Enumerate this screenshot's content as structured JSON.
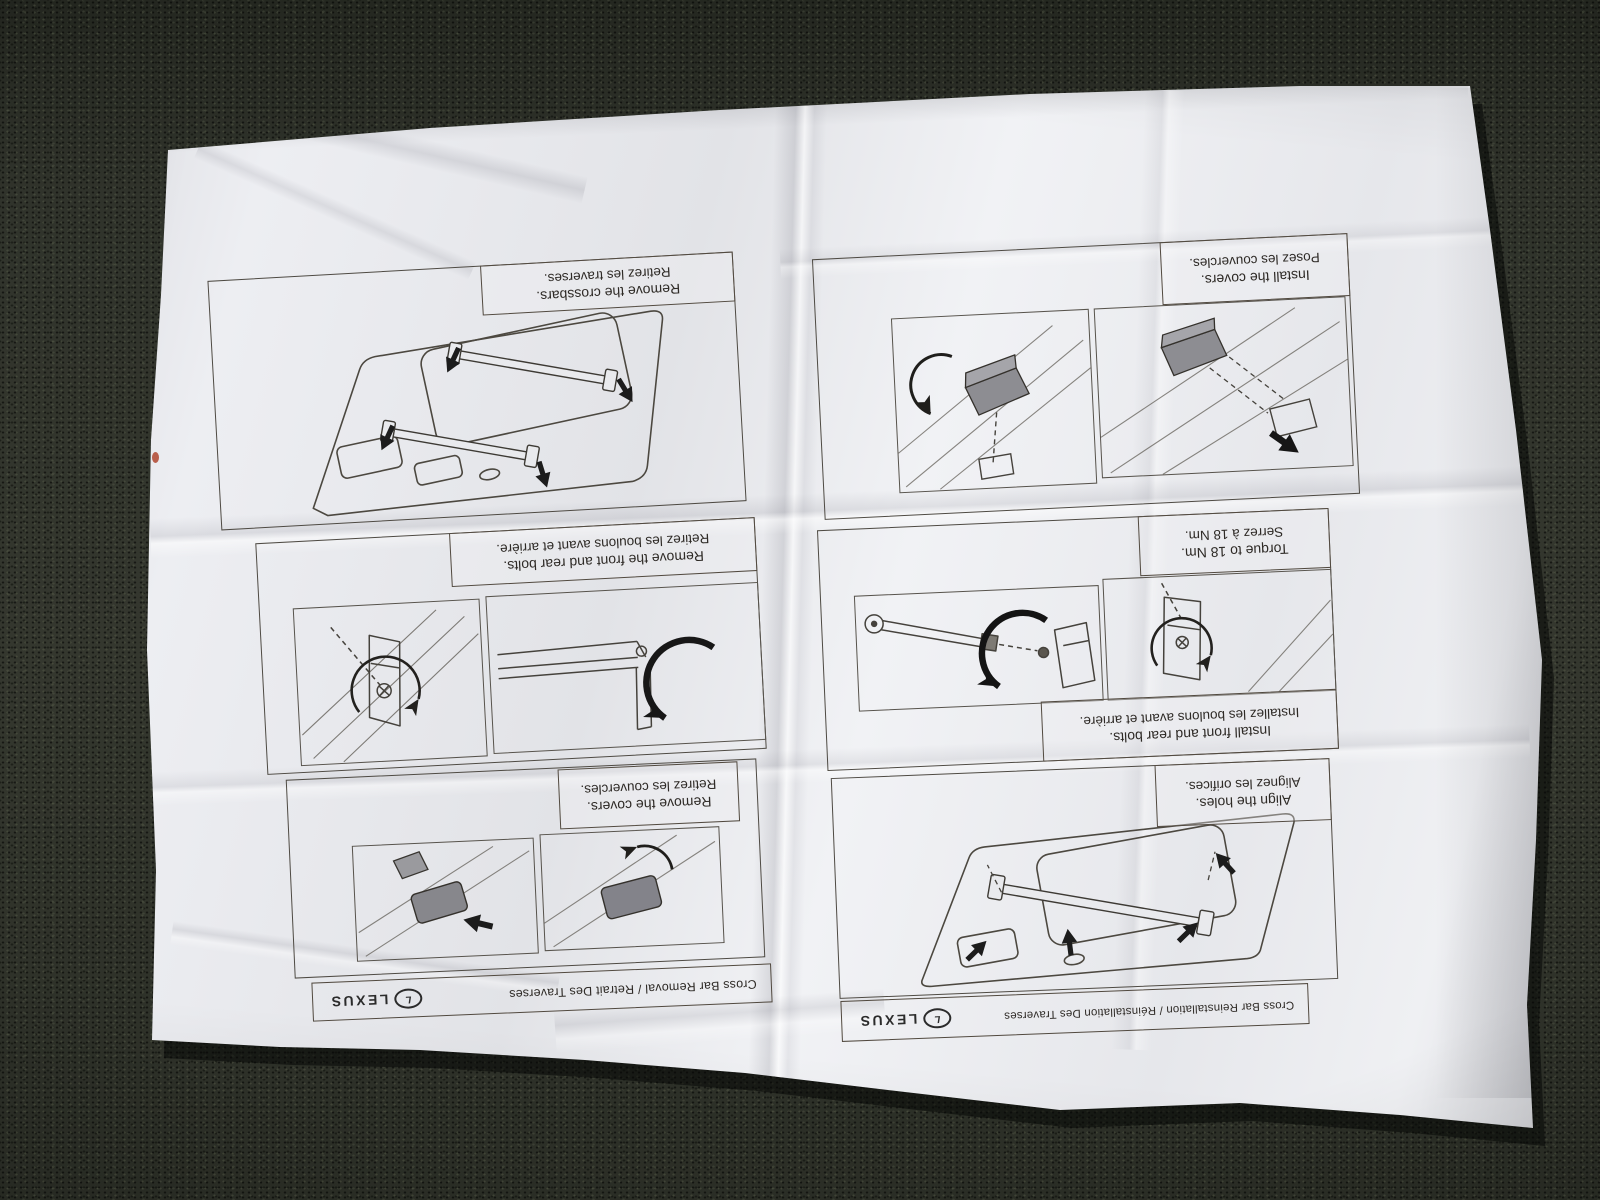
{
  "colors": {
    "paper": "#e8e9ec",
    "carpet": "#30332b",
    "ink": "#2e2a26"
  },
  "paper": {
    "brand": "LEXUS",
    "brand_initial": "L",
    "removal_page": {
      "footer_title": "Cross Bar Removal / Retrait Des Traverses",
      "panels": {
        "crossbars": {
          "en": "Remove the crossbars.",
          "fr": "Retirez les traverses."
        },
        "bolts": {
          "en": "Remove the front and rear bolts.",
          "fr": "Retirez les boulons avant et arrière."
        },
        "covers": {
          "en": "Remove the covers.",
          "fr": "Retirez les couvercles."
        }
      }
    },
    "reinstall_page": {
      "footer_title": "Cross Bar Reinstallation / Réinstallation Des Traverses",
      "panels": {
        "covers": {
          "en": "Install the covers.",
          "fr": "Posez les couvercles."
        },
        "install_bolts": {
          "en": "Install front and rear bolts.",
          "fr": "Installez les boulons avant et arrière."
        },
        "torque": {
          "en": "Torque to 18 Nm.",
          "fr": "Serrez à 18 Nm."
        },
        "align": {
          "en": "Align the holes.",
          "fr": "Alignez les orifices."
        }
      }
    }
  }
}
